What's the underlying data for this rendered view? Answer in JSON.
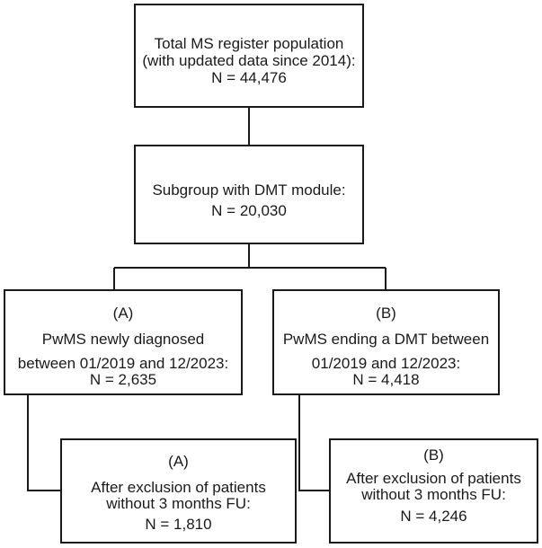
{
  "boxes": {
    "total": {
      "line1": "Total MS register population",
      "line2": "(with updated data since 2014):",
      "line3": "N = 44,476"
    },
    "dmt": {
      "line1": "Subgroup with DMT module:",
      "line2": "N = 20,030"
    },
    "a_top": {
      "label": "(A)",
      "line1": "PwMS newly diagnosed",
      "line2": "between 01/2019 and 12/2023:",
      "line3": "N = 2,635"
    },
    "b_top": {
      "label": "(B)",
      "line1": "PwMS ending a DMT between",
      "line2": "01/2019 and 12/2023:",
      "line3": "N = 4,418"
    },
    "a_bottom": {
      "label": "(A)",
      "line1": "After exclusion of patients",
      "line2": "without 3 months FU:",
      "line3": "N = 1,810"
    },
    "b_bottom": {
      "label": "(B)",
      "line1": "After exclusion of patients",
      "line2": "without 3 months FU:",
      "line3": "N = 4,246"
    }
  }
}
